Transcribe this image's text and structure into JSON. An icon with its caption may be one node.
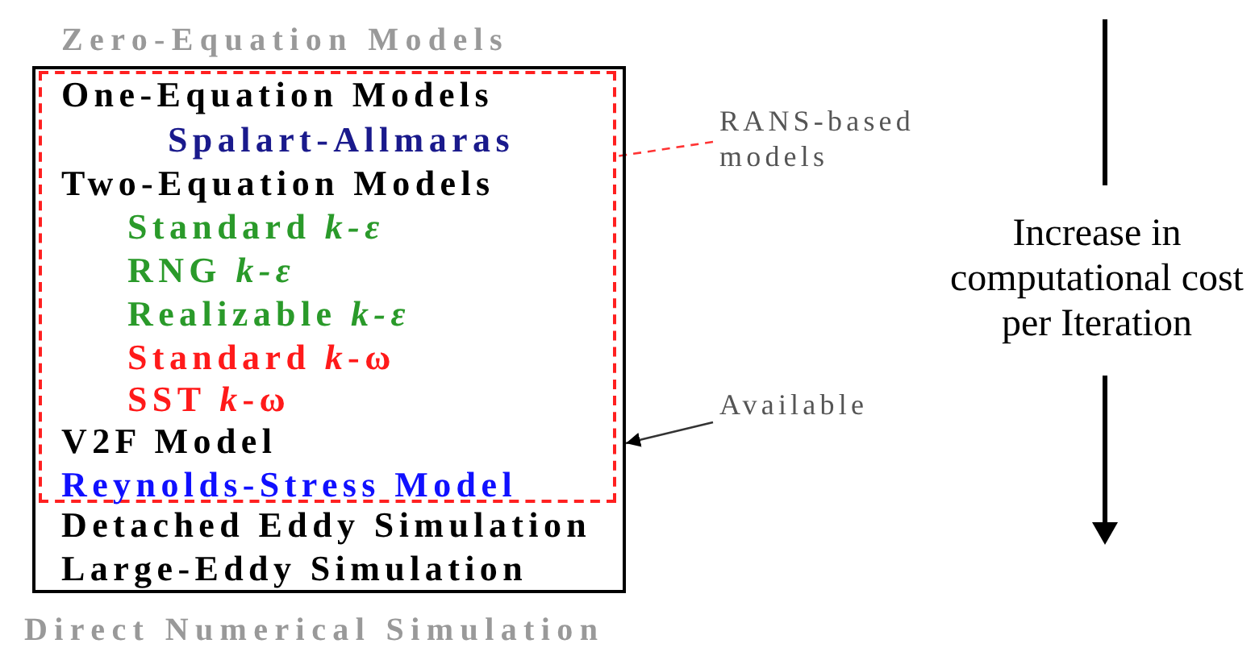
{
  "diagram": {
    "nodes": [
      {
        "text": [
          "Detached Eddy Simulation",
          "Large-Eddy Simulation"
        ]
      },
      {
        "text": [
          "One-Equation Models",
          "Spalart-Allmaras",
          "Two-Equation Models",
          "Standard *k-ε*",
          "RNG *k-ε*",
          "Realizable *k-ε*",
          "Standard *k*-ω",
          "SST *k*-ω",
          "V2F Model",
          "Reynolds-Stress Model"
        ],
        "in": 0
      },
      {
        "text": [
          "RANS-based models"
        ]
      },
      {
        "text": [
          "Available"
        ]
      }
    ],
    "edges": [
      {
        "from": 2,
        "to": 1,
        "arrow": "none",
        "style": "dashed",
        "color": "#ff3333"
      },
      {
        "from": 3,
        "to": 0,
        "arrow": "to",
        "color": "#333333"
      }
    ],
    "labels": [
      "Zero-Equation Models",
      "Direct Numerical Simulation",
      "Increase in computational cost per Iteration"
    ]
  }
}
